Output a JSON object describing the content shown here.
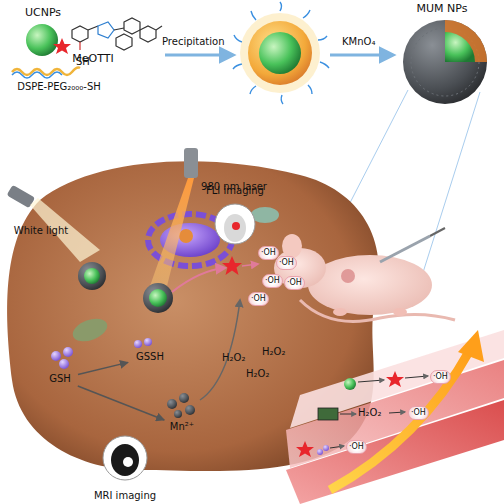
{
  "diagram": {
    "nodes": [
      {
        "text": [
          "UCNPs"
        ]
      },
      {
        "text": [
          "MeOTTI"
        ]
      },
      {
        "text": [
          "DSPE-PEG₂₀₀₀-SH"
        ]
      },
      {
        "text": [
          "MUM NPs"
        ]
      },
      {
        "text": [
          "White light"
        ]
      },
      {
        "text": [
          "980 nm laser"
        ]
      },
      {
        "text": [
          "FLI imaging"
        ]
      },
      {
        "text": [
          "GSH"
        ]
      },
      {
        "text": [
          "GSSH"
        ]
      },
      {
        "text": [
          "Mn²⁺"
        ]
      },
      {
        "text": [
          "MRI imaging"
        ]
      }
    ],
    "edges": [
      {
        "from": 7,
        "to": 8,
        "arrow": "to"
      },
      {
        "from": 7,
        "to": 9,
        "arrow": "to"
      }
    ],
    "labels": [
      "SH",
      "Precipitation",
      "KMnO₄",
      "·OH",
      "·OH",
      "·OH",
      "·OH",
      "·OH",
      "H₂O₂",
      "H₂O₂",
      "H₂O₂",
      "·OH",
      "H₂O₂",
      "·OH",
      "·OH"
    ]
  }
}
